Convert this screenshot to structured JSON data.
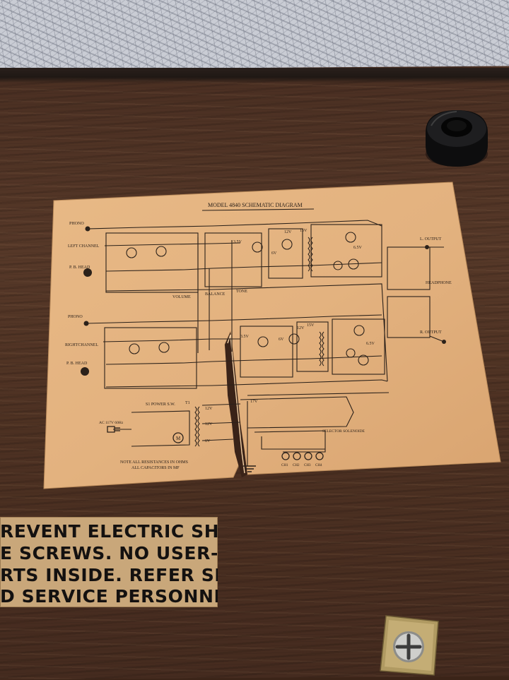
{
  "schematic": {
    "title": "MODEL 4840 SCHEMATIC DIAGRAM",
    "labels": {
      "phono_top": "PHONO",
      "left_channel": "LEFT CHANNEL",
      "pb_head_top": "P. B. HEAD",
      "volume": "VOLUME",
      "balance": "BALANCE",
      "tone": "TONE",
      "phono_bottom": "PHONO",
      "right_channel": "RIGHTCHANNEL",
      "pb_head_bottom": "P. B. HEAD",
      "l_output": "L. OUTPUT",
      "headphone": "HEADPHONE",
      "r_output": "R. OUTPUT",
      "power_switch": "S1 POWER S.W.",
      "transformer": "T1",
      "ac_input": "AC 117V 60Hz",
      "selector_solenoid": "SELECTOR SOLENOIDE",
      "note_line1": "NOTE ALL RESISTANCES IN OHMS",
      "note_line2": "ALL CAPACITORS IN MF",
      "v12a": "12V",
      "v12b": "12V",
      "v6": "6V",
      "v17": "17V",
      "v15a": "15V",
      "v15b": "15V",
      "v12c": "12V",
      "v12d": "12V",
      "v35a": "3.5V",
      "v35b": "3.5V",
      "v6a": "6V",
      "v6b": "6V",
      "v65a": "6.5V",
      "v65b": "6.5V",
      "motor": "M",
      "ch1": "CH1",
      "ch2": "CH2",
      "ch3": "CH3",
      "ch4": "CH4"
    }
  },
  "warning": {
    "line1": "REVENT ELECTRIC SHOCK,",
    "line2": "E SCREWS.  NO USER-",
    "line3": "RTS INSIDE. REFER SERVIC-",
    "line4": "D SERVICE PERSONNEL."
  },
  "colors": {
    "wood": "#4d3122",
    "card": "#e0b07e",
    "ink": "#2b211a",
    "warning_label": "#c9a77a"
  }
}
